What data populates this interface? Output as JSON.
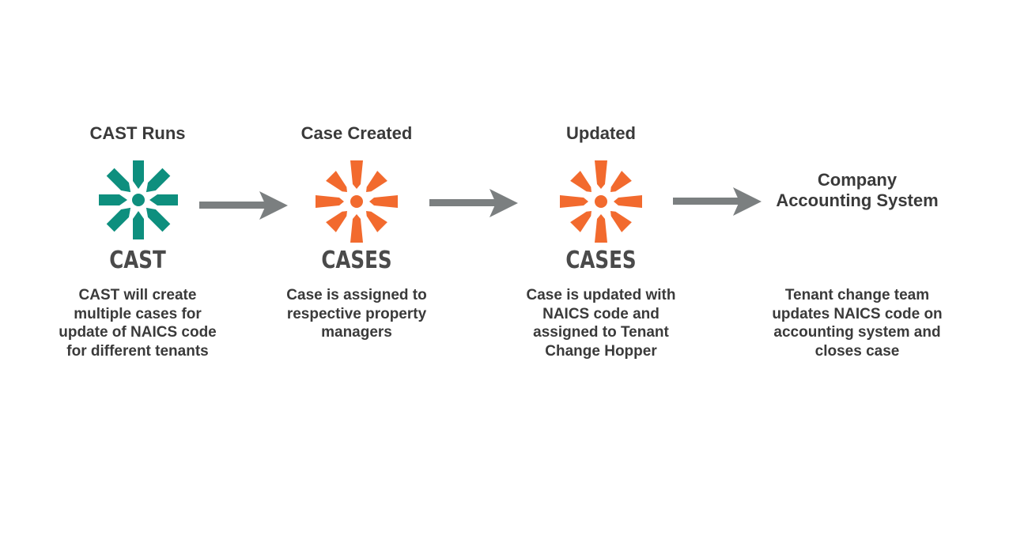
{
  "colors": {
    "cast_logo": "#0e8f7e",
    "cases_logo": "#f26a2e",
    "arrow": "#7b7f80",
    "text": "#3a3a3a",
    "wordmark": "#4a4a4a"
  },
  "steps": [
    {
      "title": "CAST Runs",
      "logo_icon": "cast-asterisk-icon",
      "wordmark": "CAST",
      "description": "CAST will create multiple cases for update of NAICS code for different tenants"
    },
    {
      "title": "Case Created",
      "logo_icon": "cases-asterisk-icon",
      "wordmark": "CASES",
      "description": "Case is assigned to respective property managers"
    },
    {
      "title": "Updated",
      "logo_icon": "cases-asterisk-icon",
      "wordmark": "CASES",
      "description": "Case is updated with NAICS code and assigned to Tenant Change Hopper"
    },
    {
      "title": "Company Accounting System",
      "description": "Tenant change team updates NAICS code on accounting system and closes case"
    }
  ],
  "connectors": [
    "right-arrow-icon",
    "right-arrow-icon",
    "right-arrow-icon"
  ]
}
